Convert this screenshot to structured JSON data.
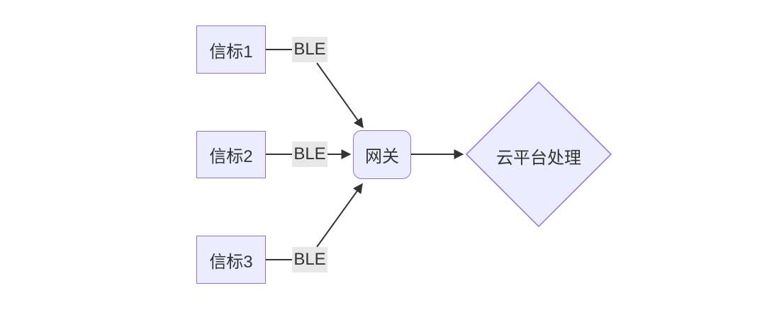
{
  "diagram": {
    "type": "flowchart",
    "direction": "left-to-right",
    "colors": {
      "background": "#ffffff",
      "node_fill": "#ECECFF",
      "node_border": "#9370DB",
      "edge_color": "#333333",
      "edge_label_bg": "#e8e8e8",
      "text_color": "#333333"
    },
    "nodes": [
      {
        "id": "beacon1",
        "label": "信标1",
        "shape": "rectangle"
      },
      {
        "id": "beacon2",
        "label": "信标2",
        "shape": "rectangle"
      },
      {
        "id": "beacon3",
        "label": "信标3",
        "shape": "rectangle"
      },
      {
        "id": "gateway",
        "label": "网关",
        "shape": "rounded-rectangle"
      },
      {
        "id": "cloud",
        "label": "云平台处理",
        "shape": "diamond"
      }
    ],
    "edges": [
      {
        "from": "beacon1",
        "to": "gateway",
        "label": "BLE",
        "arrow": true
      },
      {
        "from": "beacon2",
        "to": "gateway",
        "label": "BLE",
        "arrow": true
      },
      {
        "from": "beacon3",
        "to": "gateway",
        "label": "BLE",
        "arrow": true
      },
      {
        "from": "gateway",
        "to": "cloud",
        "label": "",
        "arrow": true
      }
    ]
  }
}
